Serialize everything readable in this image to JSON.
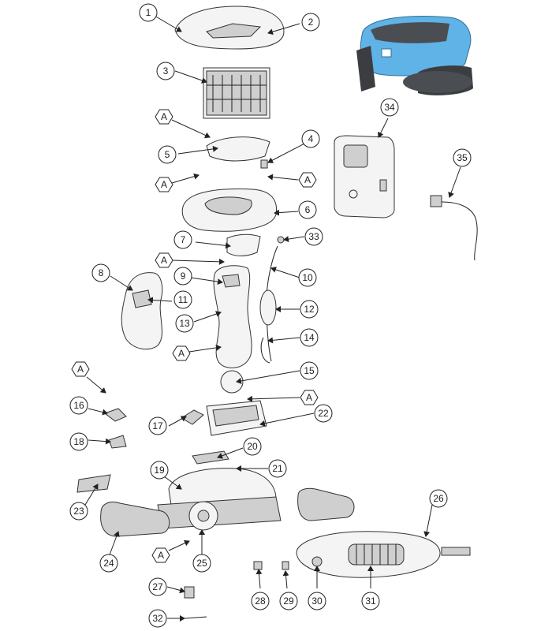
{
  "callouts": [
    "1",
    "2",
    "3",
    "4",
    "5",
    "6",
    "7",
    "8",
    "9",
    "10",
    "11",
    "12",
    "13",
    "14",
    "15",
    "16",
    "17",
    "18",
    "19",
    "20",
    "21",
    "22",
    "23",
    "24",
    "25",
    "26",
    "27",
    "28",
    "29",
    "30",
    "31",
    "32",
    "33",
    "34",
    "35"
  ],
  "a_label": "A",
  "colors": {
    "robot_body": "#5fb3e6",
    "robot_dark": "#4a4d52",
    "line": "#333333"
  }
}
